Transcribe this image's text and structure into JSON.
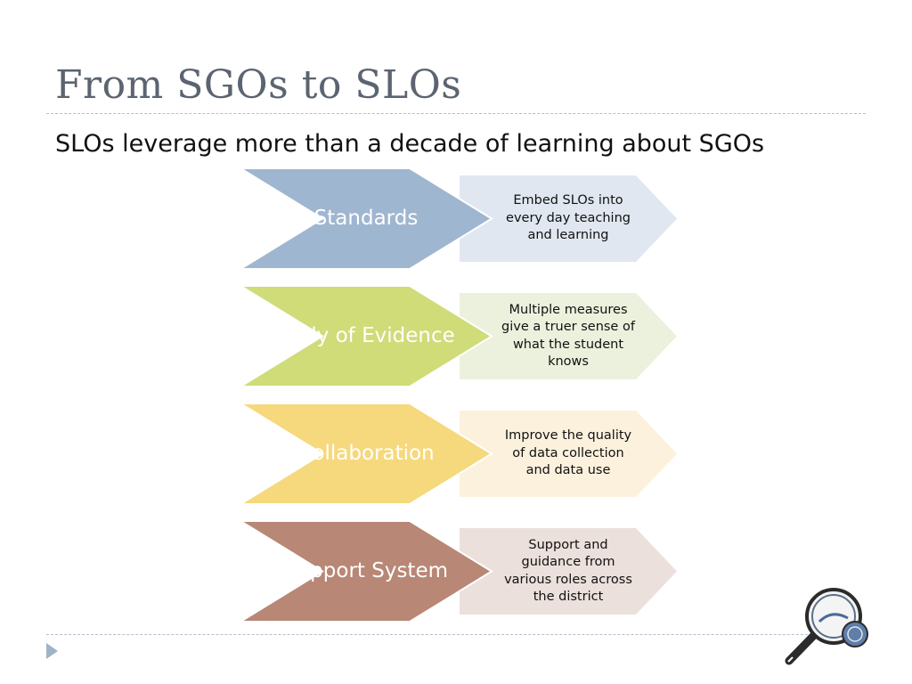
{
  "slide": {
    "title": "From SGOs to SLOs",
    "subtitle": "SLOs leverage more than a decade of learning about SGOs"
  },
  "rows": [
    {
      "label": "Standards",
      "description": "Embed SLOs into every day teaching and learning",
      "chevron_color": "#9fb6d0",
      "box_color": "#e0e7f0"
    },
    {
      "label": "Body of Evidence",
      "description": "Multiple measures give a truer sense of what the student knows",
      "chevron_color": "#cfdc78",
      "box_color": "#ecf1dd"
    },
    {
      "label": "Collaboration",
      "description": "Improve the quality of data collection and data use",
      "chevron_color": "#f6d97c",
      "box_color": "#fcf1dd"
    },
    {
      "label": "Support System",
      "description": "Support and guidance from various roles across the district",
      "chevron_color": "#b88775",
      "box_color": "#ebe0dc"
    }
  ],
  "icons": {
    "nav": "play-triangle-icon",
    "logo": "magnifying-glass-logo"
  }
}
